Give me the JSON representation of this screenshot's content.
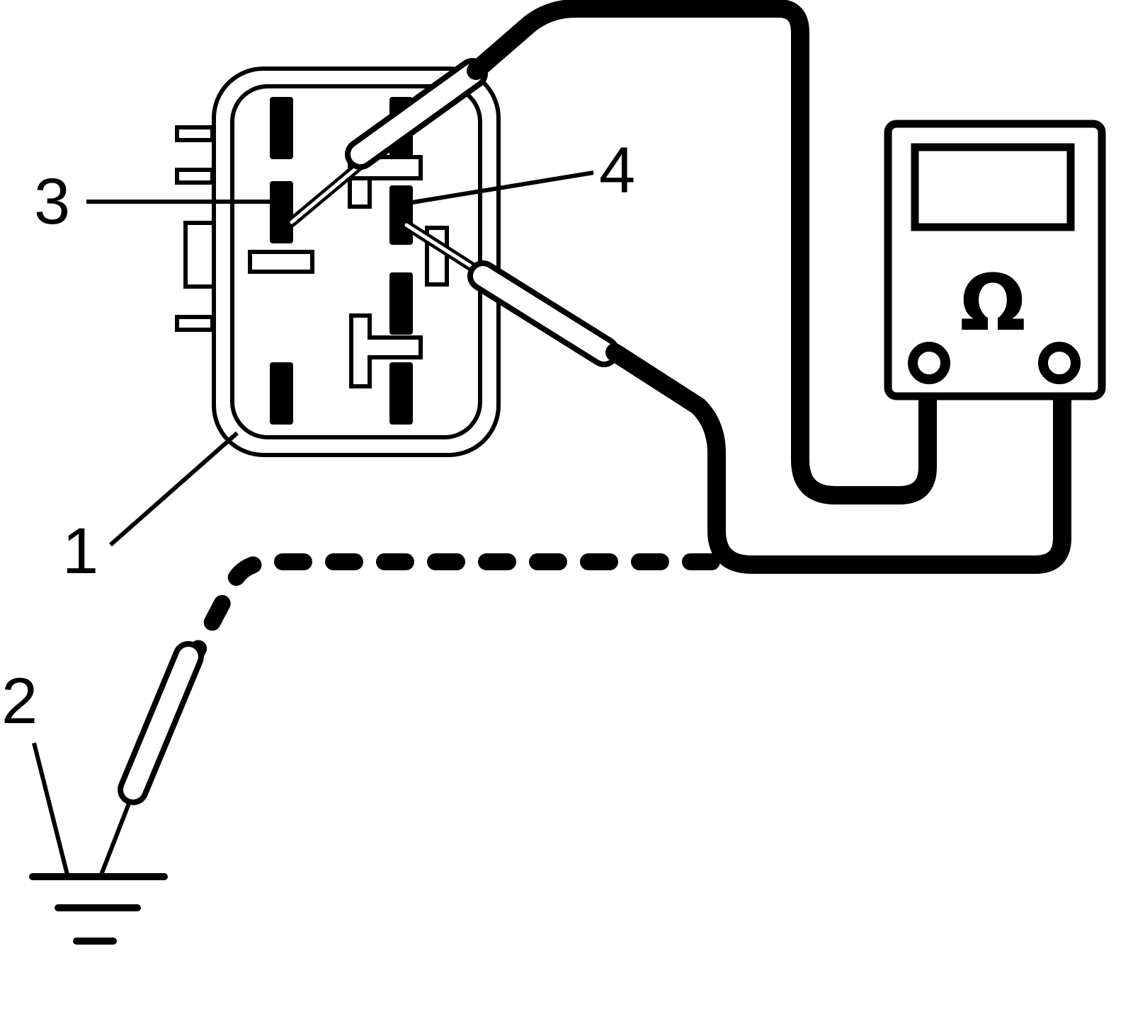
{
  "callouts": {
    "connector": "1",
    "ground": "2",
    "terminal_left": "3",
    "terminal_right": "4"
  },
  "meter": {
    "symbol": "Ω"
  },
  "colors": {
    "ink": "#000000",
    "paper": "#ffffff"
  }
}
